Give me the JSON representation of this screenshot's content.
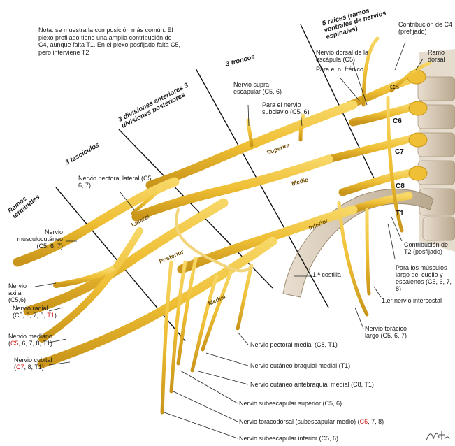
{
  "note": "Nota: se muestra la composición más común. El plexo prefijado tiene una amplia contribución de C4, aunque falta T1. En el plexo posfijado falta C5, pero interviene T2",
  "sections": {
    "roots": "5 raíces (ramos ventrales de nervios espinales)",
    "trunks": "3 troncos",
    "divisions": "3 divisiones anteriores 3 divisiones posteriores",
    "fascicles": "3 fascículos",
    "terminal": "Ramos terminales"
  },
  "root_tags": [
    "C5",
    "C6",
    "C7",
    "C8",
    "T1"
  ],
  "trunk_tags": {
    "superior": "Superior",
    "medio": "Medio",
    "inferior": "Inferior"
  },
  "cord_tags": {
    "lateral": "Lateral",
    "posterior": "Posterior",
    "medial": "Medial"
  },
  "labels": {
    "contrib_c4": "Contribución de C4 (prefijado)",
    "ramo_dorsal": "Ramo dorsal",
    "dorsal_escapula": "Nervio dorsal de la escápula (C5)",
    "frenico": "Para el n. frénico",
    "supraescapular": "Nervio supra-escapular (C5, 6)",
    "subclavio": "Para el nervio subclavio (C5, 6)",
    "pectoral_lateral": "Nervio pectoral lateral (C5, 6, 7)",
    "musculocutaneo": "Nervio musculocutáneo (C5, 6, 7)",
    "axilar": "Nervio axilar (C5,6)",
    "radial_prefix": "Nervio radial",
    "radial_values": "(C5, 6, 7, 8, ",
    "radial_red": "T1",
    "radial_close": ")",
    "mediano_prefix": "Nervio mediano",
    "mediano_red": "C5",
    "mediano_values": ", 6, 7, 8, T1)",
    "cubital_prefix": "Nervio cubital",
    "cubital_red": "C7",
    "cubital_values": ", 8, T1)",
    "primera_costilla": "1.ª costilla",
    "contrib_t2": "Contribución de T2 (posfijado)",
    "largo_cuello": "Para los músculos largo del cuello y escalenos (C5, 6, 7, 8)",
    "intercostal": "1.er nervio intercostal",
    "toracico_largo": "Nervio torácico largo (C5, 6, 7)",
    "pectoral_medial": "Nervio pectoral medial (C8, T1)",
    "cutaneo_braquial": "Nervio cutáneo braquial medial (T1)",
    "cutaneo_antebraquial": "Nervio cutáneo antebraquial medial (C8, T1)",
    "subescapular_superior": "Nervio subescapular superior (C5, 6)",
    "toracodorsal_prefix": "Nervio toracodorsal (subescapular medio) (",
    "toracodorsal_red": "C6",
    "toracodorsal_values": ", 7, 8)",
    "subescapular_inferior": "Nervio subescapular inferior (C5, 6)"
  },
  "colors": {
    "nerve": "#f2c43d",
    "nerve_dark": "#c9951a",
    "bone": "#d8c9b0",
    "red": "#d21f1f"
  }
}
